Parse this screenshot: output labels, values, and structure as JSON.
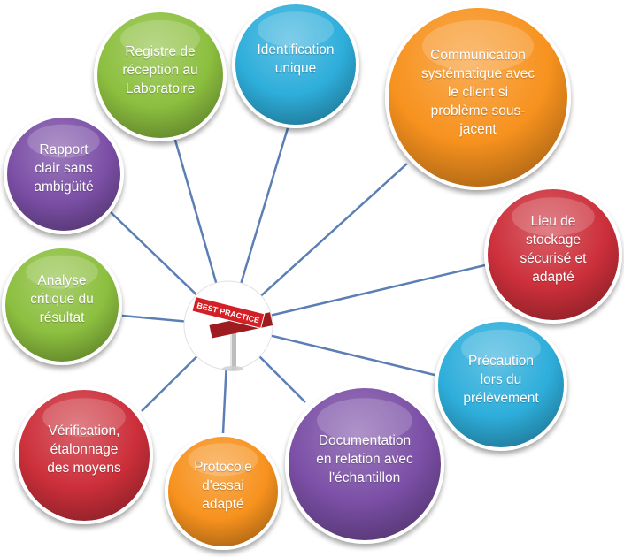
{
  "hub": {
    "sign_text": "BEST PRACTICE"
  },
  "nodes": [
    {
      "id": "registre",
      "label": "Registre de\nréception au\nLaboratoire",
      "color": "#8cbf3f"
    },
    {
      "id": "identification",
      "label": "Identification\nunique",
      "color": "#2eaedb"
    },
    {
      "id": "communication",
      "label": "Communication\nsystématique avec\nle client si\nproblème sous-\njacent",
      "color": "#f7921e"
    },
    {
      "id": "stockage",
      "label": "Lieu de\nstockage\nsécurisé et\nadapté",
      "color": "#cc2f3a"
    },
    {
      "id": "precaution",
      "label": "Précaution\nlors du\nprélèvement",
      "color": "#2eaedb"
    },
    {
      "id": "documentation",
      "label": "Documentation\nen relation avec\nl'échantillon",
      "color": "#7b4fa6"
    },
    {
      "id": "protocole",
      "label": "Protocole\nd'essai\nadapté",
      "color": "#f7921e"
    },
    {
      "id": "verification",
      "label": "Vérification,\nétalonnage\ndes moyens",
      "color": "#cc2f3a"
    },
    {
      "id": "analyse",
      "label": "Analyse\ncritique du\nrésultat",
      "color": "#8cbf3f"
    },
    {
      "id": "rapport",
      "label": "Rapport\nclair sans\nambigüité",
      "color": "#7b4fa6"
    }
  ],
  "connector_color": "#5b7fb5"
}
